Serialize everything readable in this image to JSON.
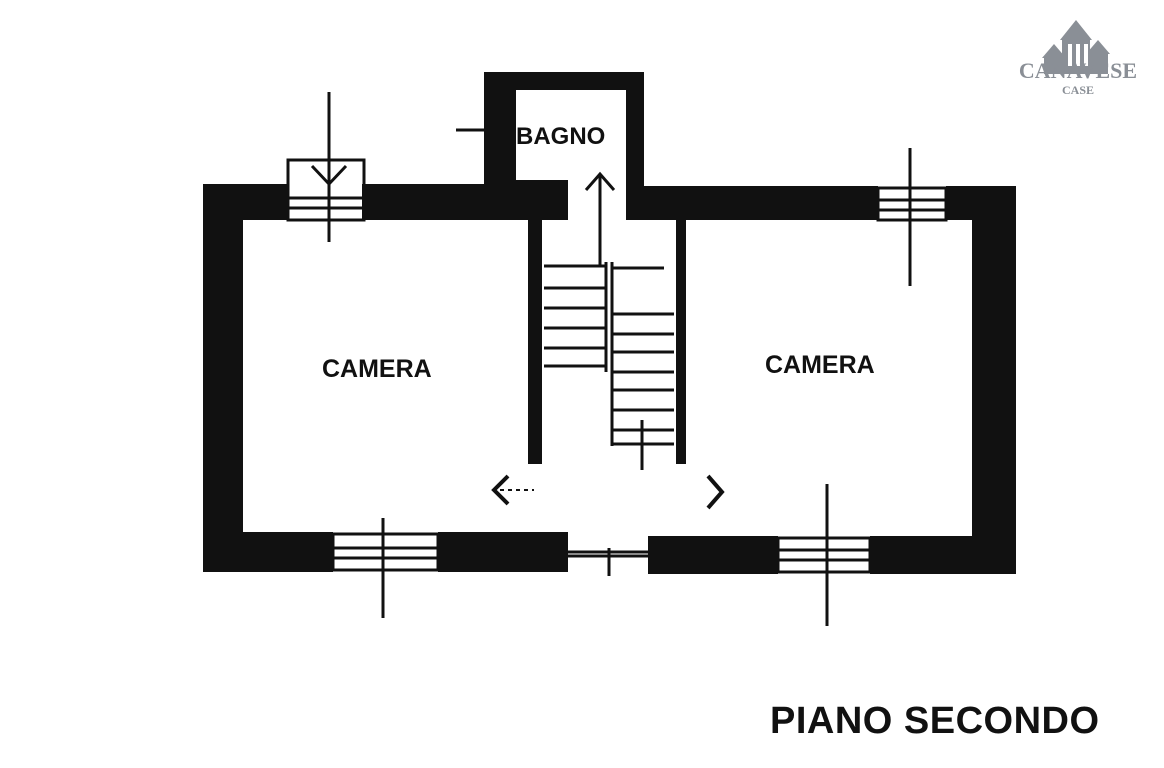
{
  "logo": {
    "name": "CANAVESE",
    "sub": "CASE"
  },
  "rooms": {
    "bathroom": "BAGNO",
    "bedroom_left": "CAMERA",
    "bedroom_right": "CAMERA"
  },
  "floor_title": "PIANO SECONDO",
  "colors": {
    "wall": "#111111",
    "background": "#ffffff",
    "logo": "#8a8f96"
  }
}
